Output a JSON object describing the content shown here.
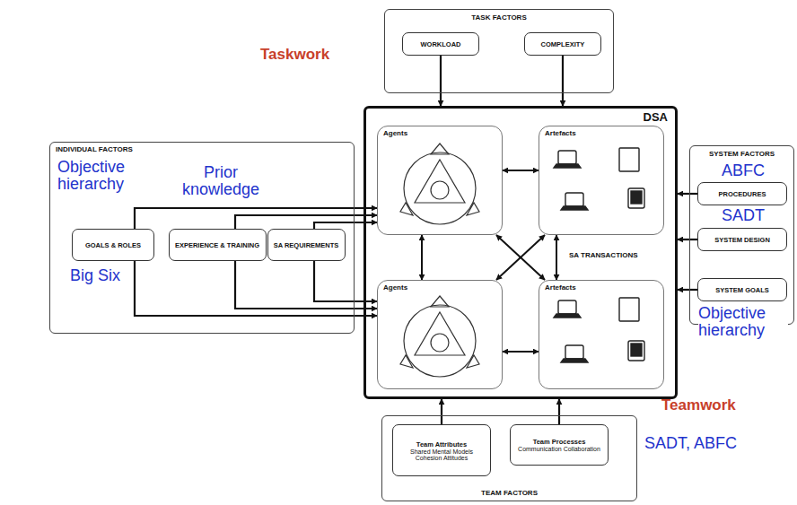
{
  "diagram": {
    "nodes": [
      {
        "text": [
          "TASK FACTORS"
        ]
      },
      {
        "text": [
          "WORKLOAD"
        ],
        "in": 0
      },
      {
        "text": [
          "COMPLEXITY"
        ],
        "in": 0
      },
      {
        "text": [
          "INDIVIDUAL FACTORS"
        ]
      },
      {
        "text": [
          "GOALS & ROLES"
        ],
        "in": 3
      },
      {
        "text": [
          "EXPERIENCE & TRAINING"
        ],
        "in": 3
      },
      {
        "text": [
          "SA REQUIREMENTS"
        ],
        "in": 3
      },
      {
        "text": [
          "DSA"
        ]
      },
      {
        "text": [
          "Agents"
        ],
        "in": 7
      },
      {
        "text": [
          "Artefacts"
        ],
        "in": 7
      },
      {
        "text": [
          "Agents"
        ],
        "in": 7
      },
      {
        "text": [
          "Artefacts"
        ],
        "in": 7
      },
      {
        "text": [
          "SYSTEM FACTORS"
        ]
      },
      {
        "text": [
          "PROCEDURES"
        ],
        "in": 12
      },
      {
        "text": [
          "SYSTEM DESIGN"
        ],
        "in": 12
      },
      {
        "text": [
          "SYSTEM GOALS"
        ],
        "in": 12
      },
      {
        "text": [
          "TEAM FACTORS"
        ]
      },
      {
        "text": [
          "Team Attributes",
          "Shared Mental Models Cohesion Attitudes"
        ],
        "in": 16
      },
      {
        "text": [
          "Team Processes",
          "Communication Collaboration"
        ],
        "in": 16
      }
    ],
    "edges": [
      {
        "from": 1,
        "to": 7,
        "arrow": "to"
      },
      {
        "from": 2,
        "to": 7,
        "arrow": "to"
      },
      {
        "from": 13,
        "to": 7,
        "arrow": "to"
      },
      {
        "from": 14,
        "to": 7,
        "arrow": "to"
      },
      {
        "from": 15,
        "to": 7,
        "arrow": "to"
      },
      {
        "from": 17,
        "to": 7,
        "arrow": "to"
      },
      {
        "from": 18,
        "to": 7,
        "arrow": "to"
      },
      {
        "from": 4,
        "to": 8,
        "arrow": "to"
      },
      {
        "from": 5,
        "to": 8,
        "arrow": "to"
      },
      {
        "from": 6,
        "to": 8,
        "arrow": "to"
      },
      {
        "from": 4,
        "to": 10,
        "arrow": "to"
      },
      {
        "from": 5,
        "to": 10,
        "arrow": "to"
      },
      {
        "from": 6,
        "to": 10,
        "arrow": "to"
      },
      {
        "from": 8,
        "to": 9,
        "arrow": "both"
      },
      {
        "from": 8,
        "to": 10,
        "arrow": "both"
      },
      {
        "from": 9,
        "to": 11,
        "arrow": "both"
      },
      {
        "from": 10,
        "to": 11,
        "arrow": "both"
      },
      {
        "from": 8,
        "to": 11,
        "arrow": "both"
      },
      {
        "from": 9,
        "to": 10,
        "arrow": "both"
      }
    ],
    "labels": [
      "Taskwork",
      "Teamwork",
      "Objective hierarchy",
      "Prior knowledge",
      "Big Six",
      "ABFC",
      "SADT",
      "Objective hierarchy",
      "SADT, ABFC",
      "SA TRANSACTIONS"
    ]
  }
}
